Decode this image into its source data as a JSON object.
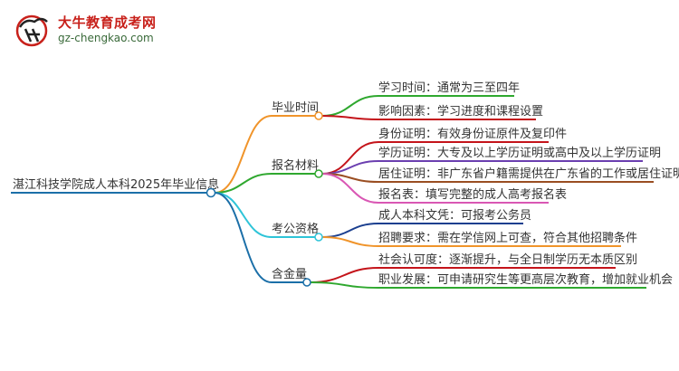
{
  "logo": {
    "site_name": "大牛教育成考网",
    "url": "gz-chengkao.com"
  },
  "root": {
    "label": "湛江科技学院成人本科2025年毕业信息"
  },
  "branches": [
    {
      "label": "毕业时间",
      "color": "#f0942a",
      "leaves": [
        {
          "label": "学习时间：通常为三至四年",
          "color": "#2fa82f"
        },
        {
          "label": "影响因素：学习进度和课程设置",
          "color": "#c4141a"
        }
      ]
    },
    {
      "label": "报名材料",
      "color": "#2fa82f",
      "leaves": [
        {
          "label": "身份证明：有效身份证原件及复印件",
          "color": "#c4141a"
        },
        {
          "label": "学历证明：大专及以上学历证明或高中及以上学历证明",
          "color": "#6b3fb0"
        },
        {
          "label": "居住证明：非广东省户籍需提供在广东省的工作或居住证明",
          "color": "#9a4e22"
        },
        {
          "label": "报名表：填写完整的成人高考报名表",
          "color": "#d957b4"
        }
      ]
    },
    {
      "label": "考公资格",
      "color": "#2ec4d8",
      "leaves": [
        {
          "label": "成人本科文凭：可报考公务员",
          "color": "#1b3f8f"
        },
        {
          "label": "招聘要求：需在学信网上可查，符合其他招聘条件",
          "color": "#f0942a"
        }
      ]
    },
    {
      "label": "含金量",
      "color": "#1b6fa8",
      "leaves": [
        {
          "label": "社会认可度：逐渐提升，与全日制学历无本质区别",
          "color": "#c4141a"
        },
        {
          "label": "职业发展：可申请研究生等更高层次教育，增加就业机会",
          "color": "#2fa82f"
        }
      ]
    }
  ]
}
